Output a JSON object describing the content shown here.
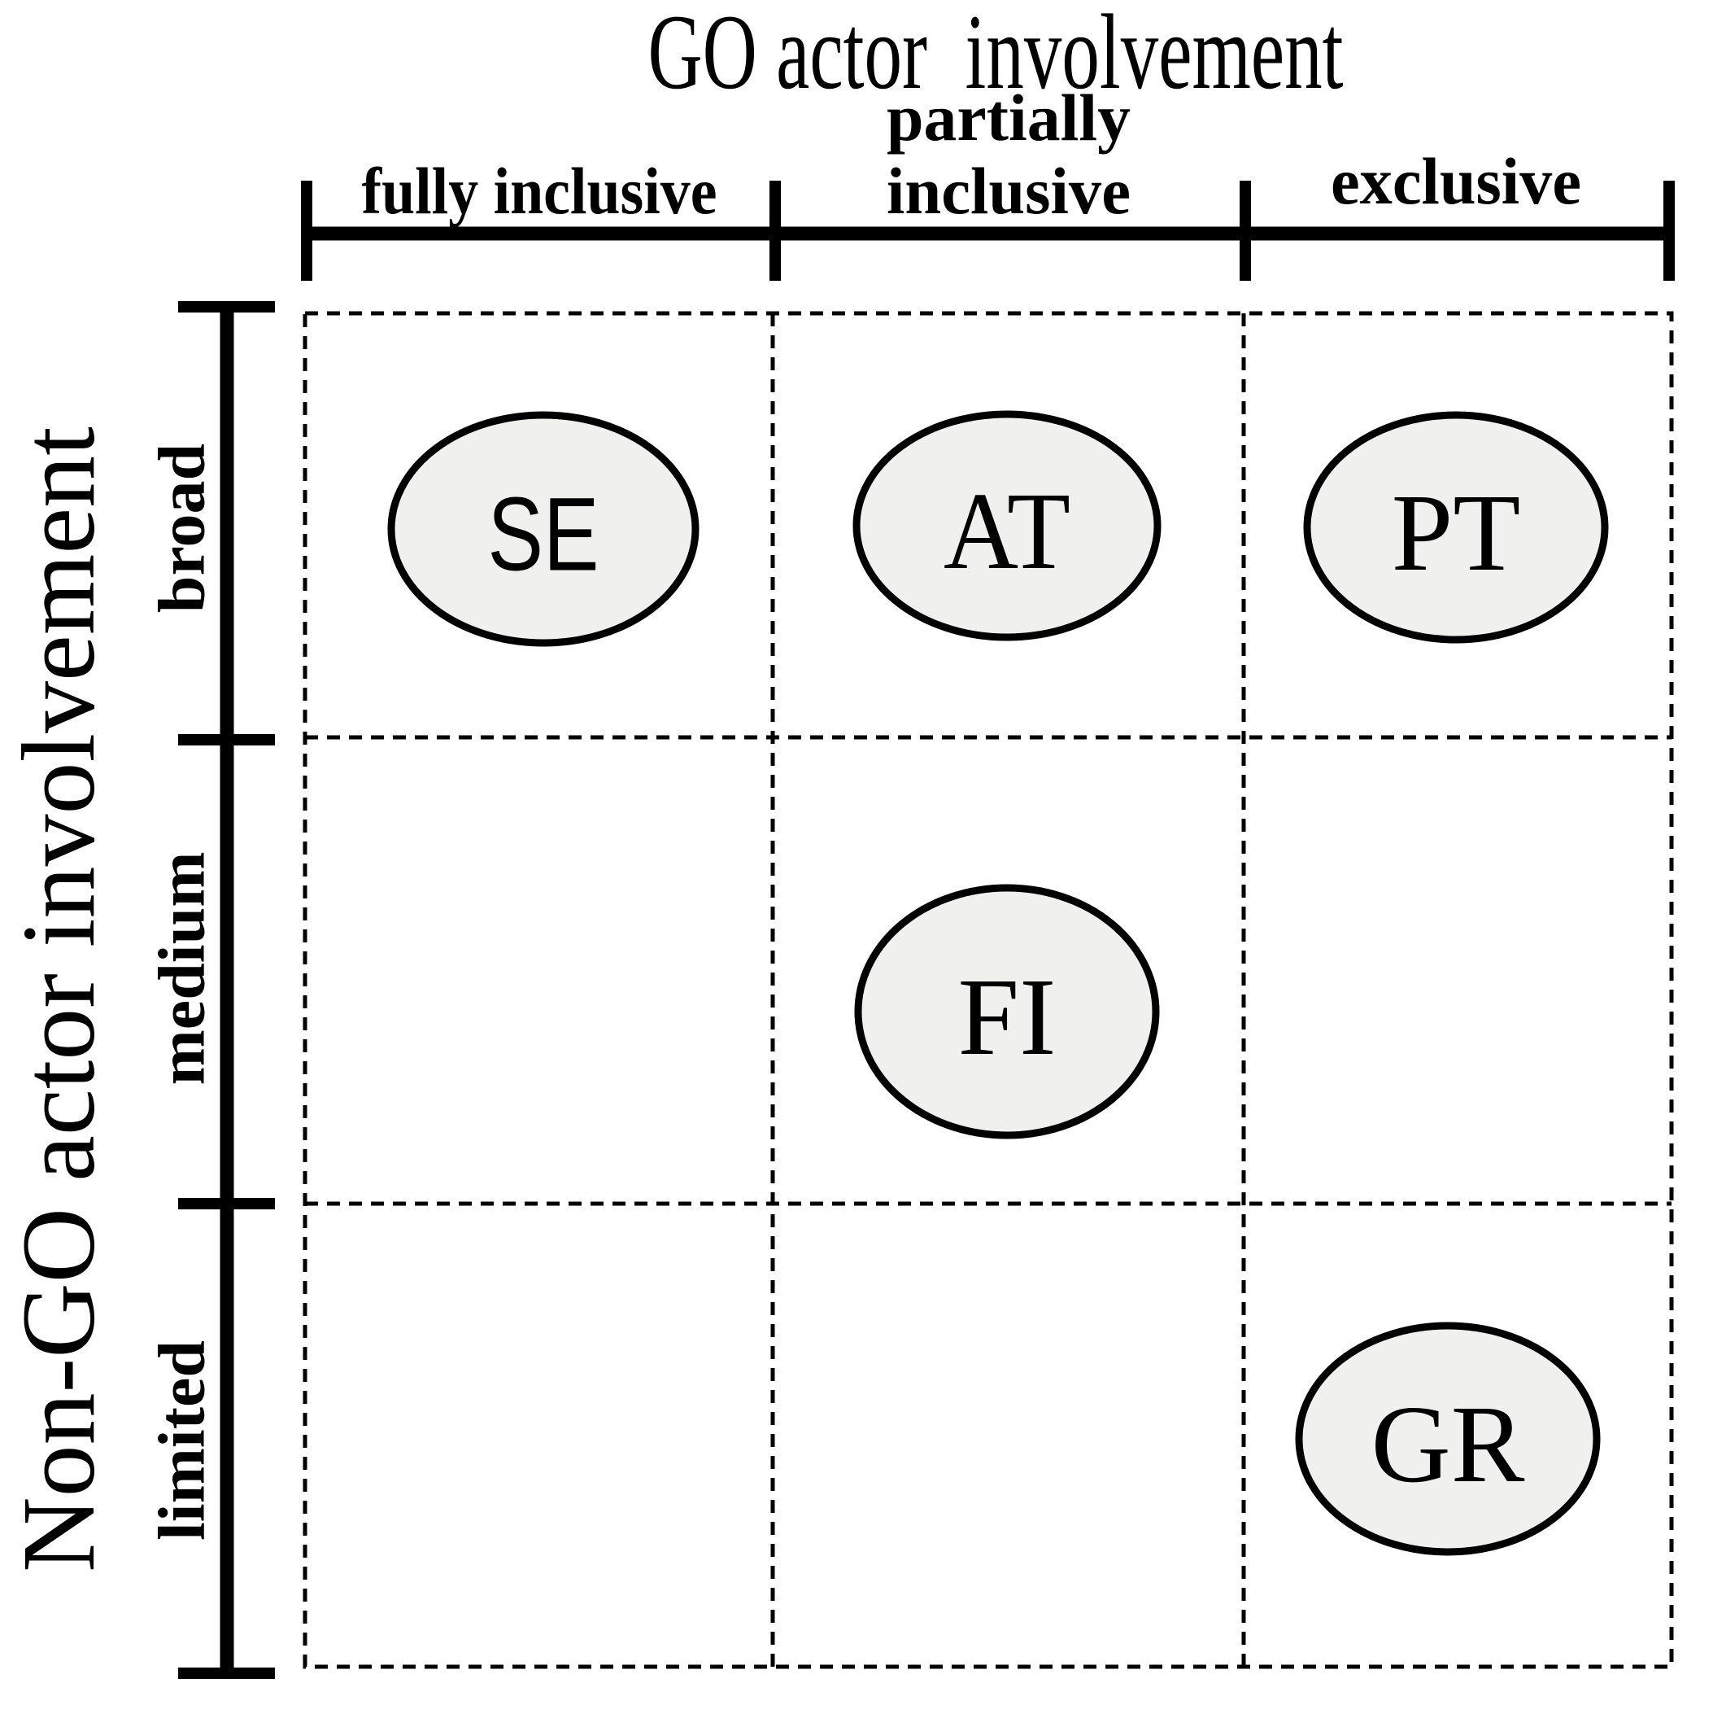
{
  "diagram": {
    "x_axis": {
      "title": "GO actor  involvement",
      "tick_labels": [
        {
          "lines": [
            "fully inclusive"
          ]
        },
        {
          "lines": [
            "partially",
            "inclusive"
          ]
        },
        {
          "lines": [
            "exclusive"
          ]
        }
      ]
    },
    "y_axis": {
      "title": "Non-GO actor involvement",
      "tick_labels": [
        {
          "lines": [
            "broad"
          ]
        },
        {
          "lines": [
            "medium"
          ]
        },
        {
          "lines": [
            "limited"
          ]
        }
      ]
    },
    "nodes": [
      {
        "label": "SE",
        "x": "fully inclusive",
        "y": "broad"
      },
      {
        "label": "AT",
        "x": "partially inclusive",
        "y": "broad"
      },
      {
        "label": "PT",
        "x": "exclusive",
        "y": "broad"
      },
      {
        "label": "FI",
        "x": "partially inclusive",
        "y": "medium"
      },
      {
        "label": "GR",
        "x": "exclusive",
        "y": "limited"
      }
    ],
    "colors": {
      "node_fill": "#f0f0ee",
      "stroke": "#000000",
      "background": "#ffffff"
    }
  }
}
